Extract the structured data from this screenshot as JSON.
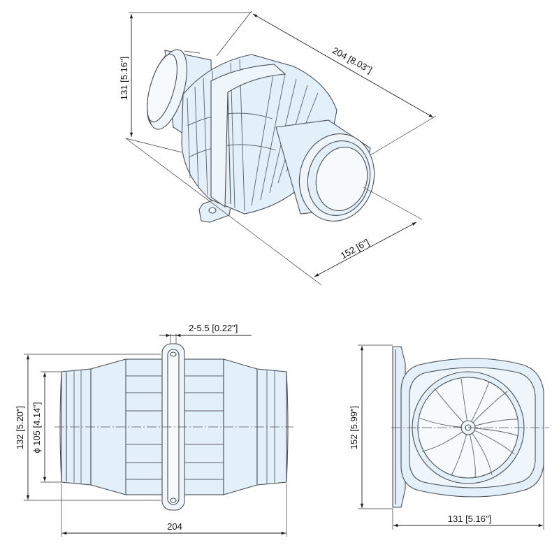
{
  "title": "",
  "dimensions": {
    "iso_length": "204  [8.03\"]",
    "iso_height": "131  [5.16\"]",
    "iso_width": "152  [6\"]",
    "side_hole": "2-5.5 [0.22\"]",
    "side_outer_dia": "132 [5.20\"]",
    "side_inner_dia": "ϕ 105 [4.14\"]",
    "side_length": "204",
    "end_height": "152 [5.99\"]",
    "end_width": "131 [5.16\"]"
  },
  "colors": {
    "body": "#e3eff9",
    "line": "#4a4f55",
    "dimension": "#222222"
  }
}
